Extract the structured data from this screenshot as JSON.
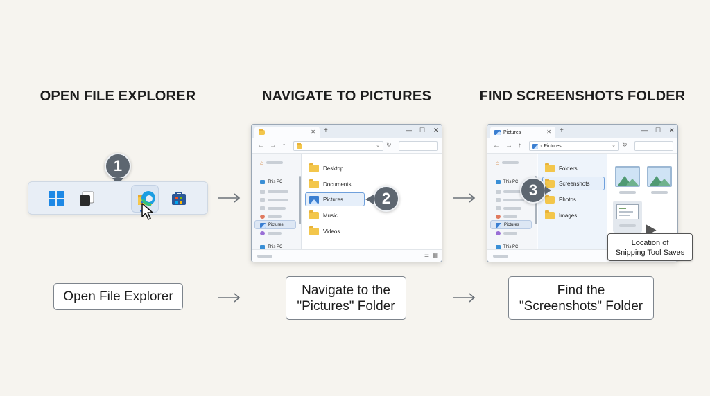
{
  "steps": [
    {
      "number": "1",
      "heading": "OPEN FILE EXPLORER",
      "caption_lines": [
        "Open File Explorer"
      ]
    },
    {
      "number": "2",
      "heading": "NAVIGATE TO PICTURES",
      "caption_lines": [
        "Navigate to the",
        "\"Pictures\" Folder"
      ]
    },
    {
      "number": "3",
      "heading": "FIND SCREENSHOTS FOLDER",
      "caption_lines": [
        "Find the",
        "\"Screenshots\" Folder"
      ]
    }
  ],
  "taskbar": {
    "icons": [
      "windows-start-icon",
      "task-view-icon",
      "file-explorer-icon",
      "edge-icon",
      "store-icon"
    ]
  },
  "window2": {
    "nav": {
      "this_pc": "This PC",
      "pictures": "Pictures",
      "this_pc_2": "This PC"
    },
    "folders": [
      "Desktop",
      "Documents",
      "Pictures",
      "Music",
      "Videos"
    ]
  },
  "window3": {
    "tab_title": "Pictures",
    "address": "Pictures",
    "nav": {
      "this_pc": "This PC",
      "pictures": "Pictures",
      "this_pc_2": "This PC"
    },
    "folders": [
      "Folders",
      "Screenshots",
      "Photos",
      "Images"
    ]
  },
  "tooltip_lines": [
    "Location of",
    "Snipping Tool Saves"
  ],
  "colors": {
    "badge": "#5d6670",
    "accent": "#2f6fd6",
    "folder": "#f3c64b",
    "background": "#f6f4ef"
  }
}
